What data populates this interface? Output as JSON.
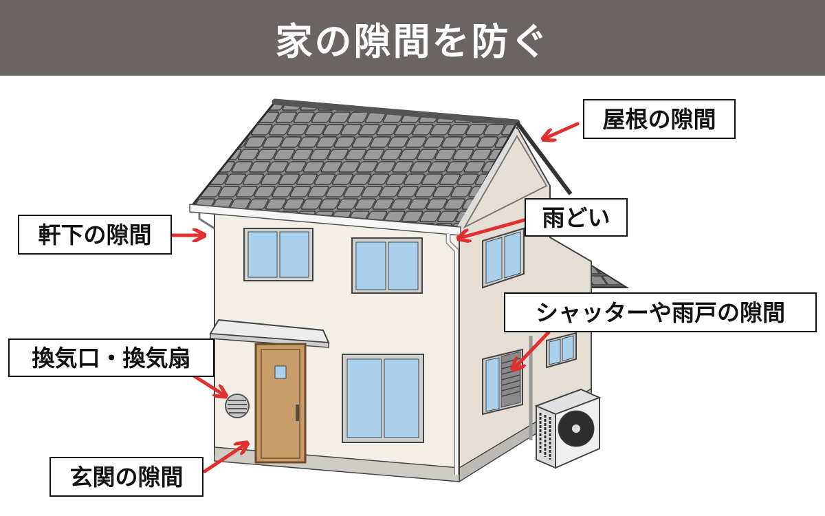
{
  "header": {
    "title": "家の隙間を防ぐ",
    "background_color": "#6a6563",
    "text_color": "#ffffff"
  },
  "illustration": {
    "subject": "two-story house",
    "icons": [
      "house-illustration",
      "roof-tiles",
      "rain-gutter",
      "downspout",
      "window",
      "front-door",
      "vent-grille",
      "shutter",
      "air-conditioner-outdoor-unit"
    ]
  },
  "labels": [
    {
      "id": "roof",
      "text": "屋根の隙間"
    },
    {
      "id": "eaves",
      "text": "軒下の隙間"
    },
    {
      "id": "gutter",
      "text": "雨どい"
    },
    {
      "id": "shutter",
      "text": "シャッターや雨戸の隙間"
    },
    {
      "id": "vent",
      "text": "換気口・換気扇"
    },
    {
      "id": "entrance",
      "text": "玄関の隙間"
    }
  ],
  "colors": {
    "arrow": "#e03030",
    "wall_front": "#f3efe6",
    "wall_side": "#e4ded5",
    "roof": "#6f6f6f",
    "glass": "#a9d1ee",
    "door": "#c89b6b"
  }
}
